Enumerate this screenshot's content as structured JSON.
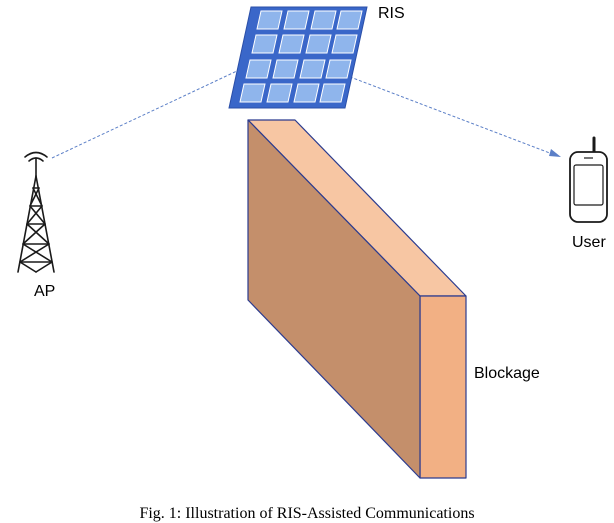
{
  "labels": {
    "ris": "RIS",
    "ap": "AP",
    "user": "User",
    "blockage": "Blockage"
  },
  "caption": "Fig. 1: Illustration of RIS-Assisted Communications",
  "colors": {
    "ris_frame": "#3a67c9",
    "ris_cell": "#8fb5ec",
    "link_line": "#5b7fc7",
    "wall_front": "#c48f6b",
    "wall_top": "#f7c6a3",
    "wall_side": "#f2b084",
    "wall_outline": "#2b3b8f"
  },
  "icons": {
    "ap": "cell-tower-icon",
    "user": "mobile-phone-icon"
  }
}
